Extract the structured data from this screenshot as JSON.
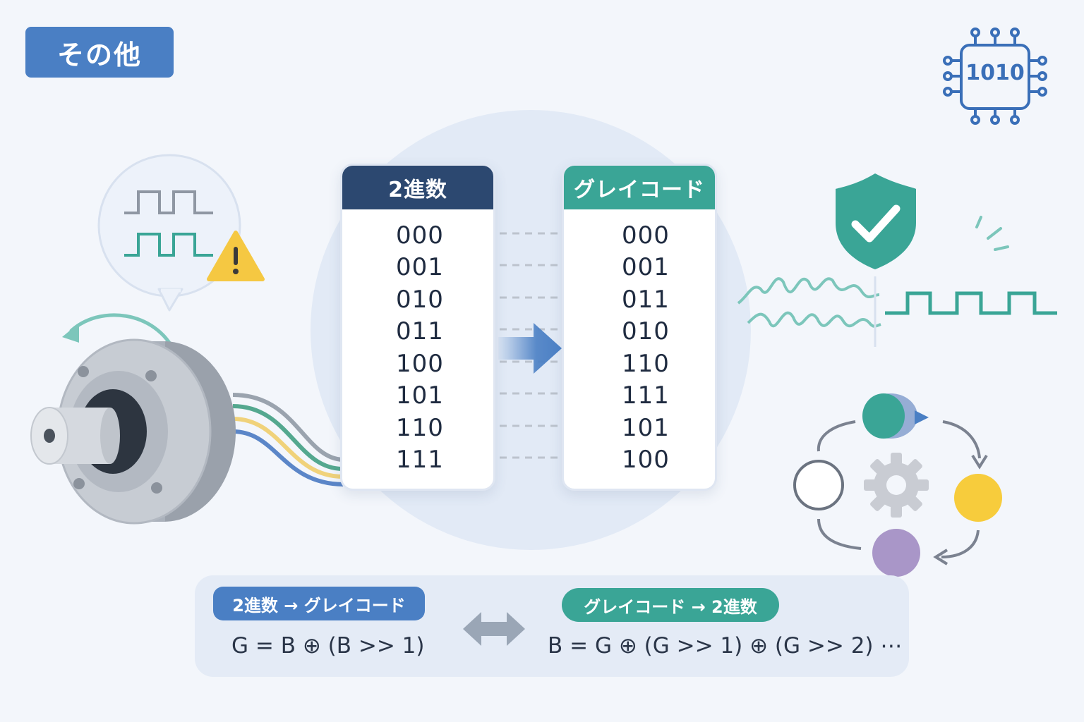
{
  "header": {
    "tag_label": "その他"
  },
  "chip": {
    "label": "1010"
  },
  "binary_card": {
    "title": "2進数",
    "codes": [
      "000",
      "001",
      "010",
      "011",
      "100",
      "101",
      "110",
      "111"
    ]
  },
  "gray_card": {
    "title": "グレイコード",
    "codes": [
      "000",
      "001",
      "011",
      "010",
      "110",
      "111",
      "101",
      "100"
    ]
  },
  "formulas": {
    "to_gray_label": "2進数 → グレイコード",
    "to_gray_formula": "G = B ⊕ (B >> 1)",
    "to_binary_label": "グレイコード → 2進数",
    "to_binary_formula": "B = G ⊕ (G >> 1) ⊕ (G >> 2) ⋯"
  },
  "colors": {
    "accent_blue": "#4a7fc4",
    "navy": "#2c4870",
    "teal": "#3aa596",
    "warning_yellow": "#f5c842",
    "cycle_yellow": "#f7cc3c",
    "cycle_purple": "#a996c8",
    "gear_gray": "#c9ccd3"
  },
  "icons": {
    "encoder": "rotary-encoder-icon",
    "shield": "shield-check-icon",
    "warning": "warning-icon",
    "chip": "chip-icon",
    "gear": "gear-icon",
    "exchange": "double-arrow-icon"
  }
}
